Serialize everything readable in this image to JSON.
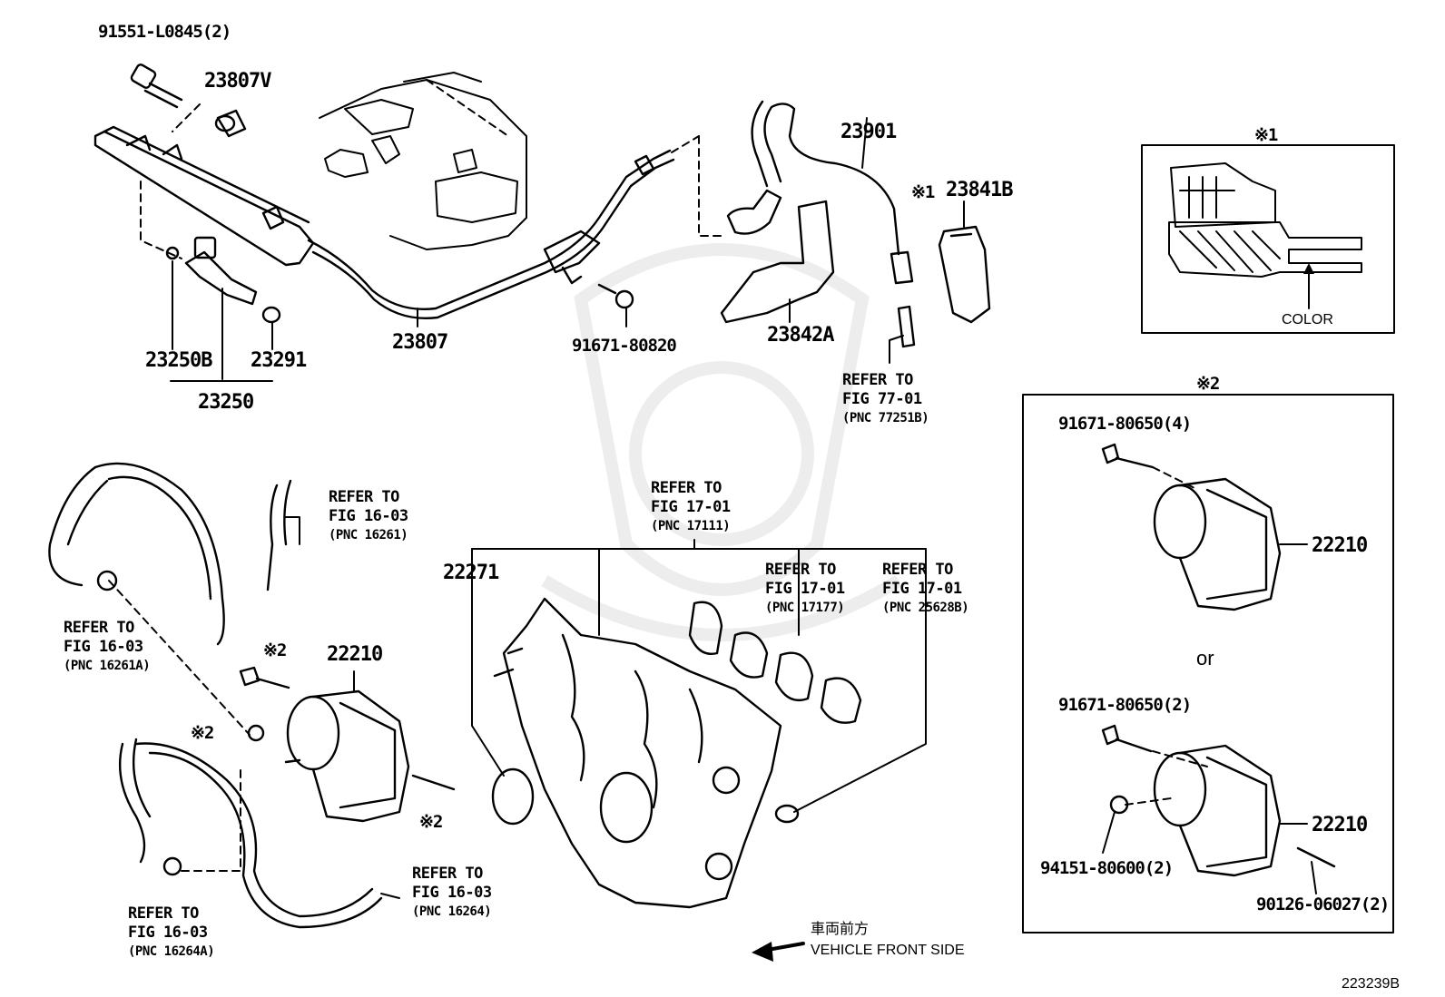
{
  "part_labels": {
    "p91551": "91551-L0845(2)",
    "p23807V": "23807V",
    "p23807": "23807",
    "p23250B": "23250B",
    "p23291": "23291",
    "p23250": "23250",
    "p91671_80820": "91671-80820",
    "p23901": "23901",
    "p23841B": "23841B",
    "p23842A": "23842A",
    "p22271": "22271",
    "p22210_main": "22210",
    "p22210_alt1": "22210",
    "p22210_alt2": "22210",
    "p91671_80650_4": "91671-80650(4)",
    "p91671_80650_2": "91671-80650(2)",
    "p94151": "94151-80600(2)",
    "p90126": "90126-06027(2)"
  },
  "marks": {
    "star1_near_23841B": "※1",
    "star1_box": "※1",
    "star2_box": "※2",
    "star2_bolt": "※2",
    "star2_nut": "※2",
    "star2_stud": "※2"
  },
  "refs": {
    "r77": {
      "line1": "REFER TO",
      "line2": "FIG 77-01",
      "line3": "(PNC 77251B)"
    },
    "r16261": {
      "line1": "REFER TO",
      "line2": "FIG 16-03",
      "line3": "(PNC 16261)"
    },
    "r16261A": {
      "line1": "REFER TO",
      "line2": "FIG 16-03",
      "line3": "(PNC 16261A)"
    },
    "r17111": {
      "line1": "REFER TO",
      "line2": "FIG 17-01",
      "line3": "(PNC 17111)"
    },
    "r17177": {
      "line1": "REFER TO",
      "line2": "FIG 17-01",
      "line3": "(PNC 17177)"
    },
    "r25628B": {
      "line1": "REFER TO",
      "line2": "FIG 17-01",
      "line3": "(PNC 25628B)"
    },
    "r16264": {
      "line1": "REFER TO",
      "line2": "FIG 16-03",
      "line3": "(PNC 16264)"
    },
    "r16264A": {
      "line1": "REFER TO",
      "line2": "FIG 16-03",
      "line3": "(PNC 16264A)"
    }
  },
  "color_label": "COLOR",
  "or_label": "or",
  "front_side": {
    "jp": "車両前方",
    "en": "VEHICLE FRONT SIDE"
  },
  "figure_code": "223239B"
}
